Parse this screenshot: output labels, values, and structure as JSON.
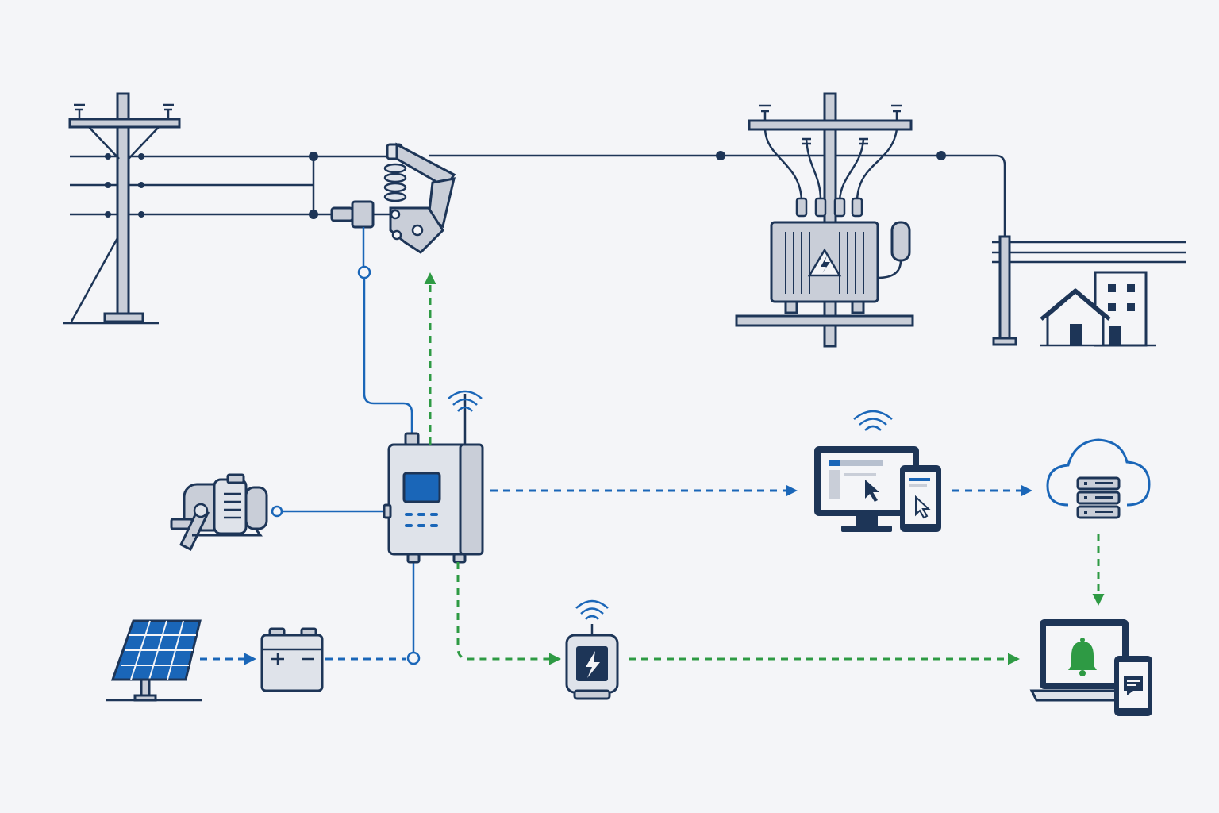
{
  "diagram": {
    "colors": {
      "background": "#f4f5f8",
      "navy_outline": "#1d3557",
      "steel_fill": "#c9ced8",
      "power_link_blue": "#1a66b8",
      "alert_green": "#2e9a44"
    },
    "nodes": [
      {
        "id": "utility-pole",
        "icon": "utility-pole-icon"
      },
      {
        "id": "switch-actuator",
        "icon": "motorized-switch-icon"
      },
      {
        "id": "transformer-pole",
        "icon": "pole-transformer-icon"
      },
      {
        "id": "customer-premises",
        "icon": "house-and-building-icon"
      },
      {
        "id": "controller",
        "icon": "remote-terminal-unit-icon"
      },
      {
        "id": "motor",
        "icon": "electric-motor-icon"
      },
      {
        "id": "solar-panel",
        "icon": "solar-panel-icon"
      },
      {
        "id": "battery",
        "icon": "battery-icon"
      },
      {
        "id": "fault-sensor",
        "icon": "wireless-sensor-icon"
      },
      {
        "id": "monitoring-station",
        "icon": "desktop-and-tablet-icon"
      },
      {
        "id": "cloud-server",
        "icon": "cloud-server-icon"
      },
      {
        "id": "alert-devices",
        "icon": "laptop-phone-alert-icon"
      }
    ],
    "links": [
      {
        "from": "utility-pole",
        "to": "transformer-pole",
        "type": "power-line"
      },
      {
        "from": "transformer-pole",
        "to": "customer-premises",
        "type": "power-line"
      },
      {
        "from": "switch-actuator",
        "to": "controller",
        "type": "control-wire"
      },
      {
        "from": "controller",
        "to": "switch-actuator",
        "type": "command-signal"
      },
      {
        "from": "motor",
        "to": "controller",
        "type": "control-wire"
      },
      {
        "from": "solar-panel",
        "to": "battery",
        "type": "power-flow"
      },
      {
        "from": "battery",
        "to": "controller",
        "type": "power-flow"
      },
      {
        "from": "controller",
        "to": "monitoring-station",
        "type": "data-link"
      },
      {
        "from": "monitoring-station",
        "to": "cloud-server",
        "type": "data-link"
      },
      {
        "from": "cloud-server",
        "to": "alert-devices",
        "type": "alert-signal"
      },
      {
        "from": "controller",
        "to": "fault-sensor",
        "type": "alert-signal"
      },
      {
        "from": "fault-sensor",
        "to": "alert-devices",
        "type": "alert-signal"
      }
    ]
  }
}
